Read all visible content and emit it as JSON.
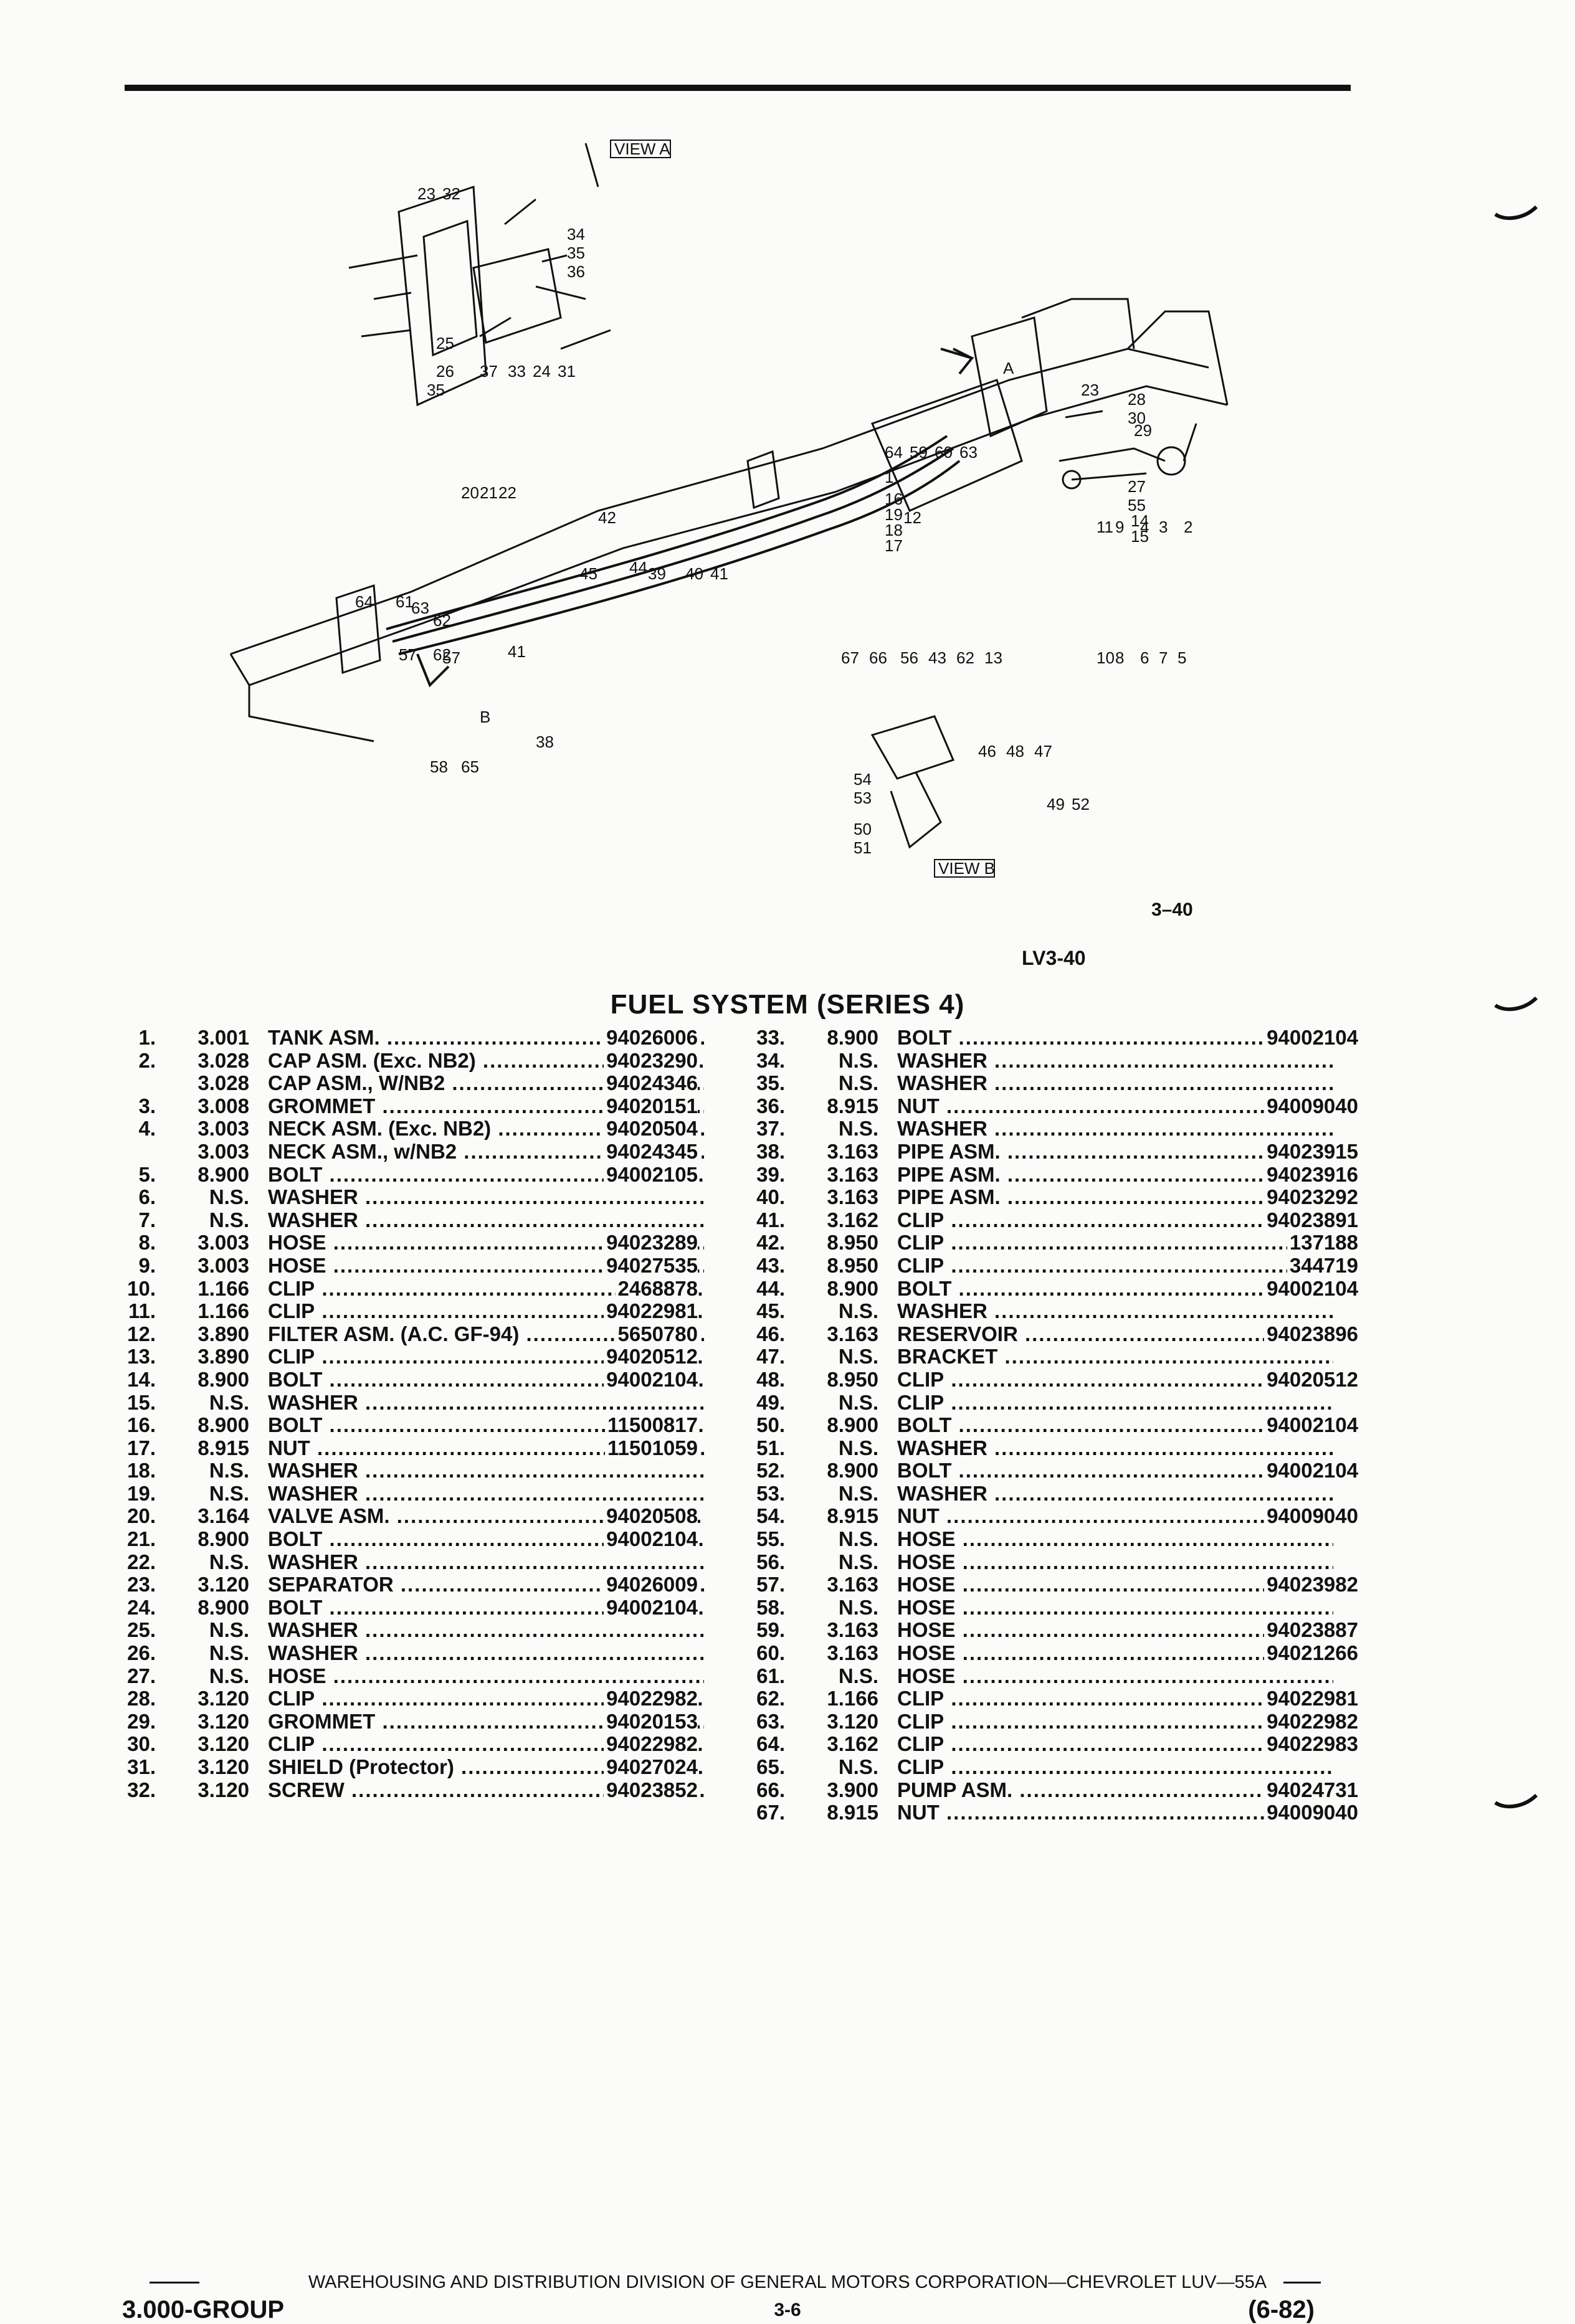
{
  "figure": {
    "view_a_label": "VIEW A",
    "view_b_label": "VIEW B",
    "figure_number": "3–40",
    "code": "LV3-40",
    "callouts": [
      "23",
      "32",
      "34",
      "35",
      "36",
      "25",
      "26",
      "35",
      "37",
      "33",
      "24",
      "31",
      "A",
      "23",
      "28",
      "30",
      "29",
      "64",
      "59",
      "60",
      "63",
      "1",
      "16",
      "19",
      "18",
      "17",
      "12",
      "27",
      "55",
      "14",
      "15",
      "20",
      "21",
      "22",
      "42",
      "45",
      "44",
      "39",
      "40",
      "41",
      "64",
      "61",
      "63",
      "62",
      "57",
      "62",
      "57",
      "41",
      "B",
      "38",
      "58",
      "65",
      "67",
      "66",
      "56",
      "43",
      "62",
      "13",
      "11",
      "9",
      "4",
      "3",
      "2",
      "10",
      "8",
      "6",
      "7",
      "5",
      "46",
      "48",
      "47",
      "54",
      "53",
      "49",
      "52",
      "50",
      "51"
    ]
  },
  "title": "FUEL SYSTEM (SERIES 4)",
  "parts_left": [
    {
      "num": "1.",
      "grp": "3.001",
      "desc": "TANK ASM.",
      "pn": "94026006"
    },
    {
      "num": "2.",
      "grp": "3.028",
      "desc": "CAP ASM. (Exc. NB2)",
      "pn": "94023290"
    },
    {
      "num": "",
      "grp": "3.028",
      "desc": "CAP ASM., W/NB2",
      "pn": "94024346"
    },
    {
      "num": "3.",
      "grp": "3.008",
      "desc": "GROMMET",
      "pn": "94020151"
    },
    {
      "num": "4.",
      "grp": "3.003",
      "desc": "NECK ASM. (Exc. NB2)",
      "pn": "94020504"
    },
    {
      "num": "",
      "grp": "3.003",
      "desc": "NECK ASM., w/NB2",
      "pn": "94024345"
    },
    {
      "num": "5.",
      "grp": "8.900",
      "desc": "BOLT",
      "pn": "94002105"
    },
    {
      "num": "6.",
      "grp": "N.S.",
      "desc": "WASHER",
      "pn": ""
    },
    {
      "num": "7.",
      "grp": "N.S.",
      "desc": "WASHER",
      "pn": ""
    },
    {
      "num": "8.",
      "grp": "3.003",
      "desc": "HOSE",
      "pn": "94023289"
    },
    {
      "num": "9.",
      "grp": "3.003",
      "desc": "HOSE",
      "pn": "94027535"
    },
    {
      "num": "10.",
      "grp": "1.166",
      "desc": "CLIP",
      "pn": "2468878"
    },
    {
      "num": "11.",
      "grp": "1.166",
      "desc": "CLIP",
      "pn": "94022981"
    },
    {
      "num": "12.",
      "grp": "3.890",
      "desc": "FILTER ASM. (A.C. GF-94)",
      "pn": "5650780"
    },
    {
      "num": "13.",
      "grp": "3.890",
      "desc": "CLIP",
      "pn": "94020512"
    },
    {
      "num": "14.",
      "grp": "8.900",
      "desc": "BOLT",
      "pn": "94002104"
    },
    {
      "num": "15.",
      "grp": "N.S.",
      "desc": "WASHER",
      "pn": ""
    },
    {
      "num": "16.",
      "grp": "8.900",
      "desc": "BOLT",
      "pn": "11500817"
    },
    {
      "num": "17.",
      "grp": "8.915",
      "desc": "NUT",
      "pn": "11501059"
    },
    {
      "num": "18.",
      "grp": "N.S.",
      "desc": "WASHER",
      "pn": ""
    },
    {
      "num": "19.",
      "grp": "N.S.",
      "desc": "WASHER",
      "pn": ""
    },
    {
      "num": "20.",
      "grp": "3.164",
      "desc": "VALVE ASM.",
      "pn": "94020508"
    },
    {
      "num": "21.",
      "grp": "8.900",
      "desc": "BOLT",
      "pn": "94002104"
    },
    {
      "num": "22.",
      "grp": "N.S.",
      "desc": "WASHER",
      "pn": ""
    },
    {
      "num": "23.",
      "grp": "3.120",
      "desc": "SEPARATOR",
      "pn": "94026009"
    },
    {
      "num": "24.",
      "grp": "8.900",
      "desc": "BOLT",
      "pn": "94002104"
    },
    {
      "num": "25.",
      "grp": "N.S.",
      "desc": "WASHER",
      "pn": ""
    },
    {
      "num": "26.",
      "grp": "N.S.",
      "desc": "WASHER",
      "pn": ""
    },
    {
      "num": "27.",
      "grp": "N.S.",
      "desc": "HOSE",
      "pn": ""
    },
    {
      "num": "28.",
      "grp": "3.120",
      "desc": "CLIP",
      "pn": "94022982"
    },
    {
      "num": "29.",
      "grp": "3.120",
      "desc": "GROMMET",
      "pn": "94020153"
    },
    {
      "num": "30.",
      "grp": "3.120",
      "desc": "CLIP",
      "pn": "94022982"
    },
    {
      "num": "31.",
      "grp": "3.120",
      "desc": "SHIELD (Protector)",
      "pn": "94027024"
    },
    {
      "num": "32.",
      "grp": "3.120",
      "desc": "SCREW",
      "pn": "94023852"
    }
  ],
  "parts_right": [
    {
      "num": "33.",
      "grp": "8.900",
      "desc": "BOLT",
      "pn": "94002104"
    },
    {
      "num": "34.",
      "grp": "N.S.",
      "desc": "WASHER",
      "pn": ""
    },
    {
      "num": "35.",
      "grp": "N.S.",
      "desc": "WASHER",
      "pn": ""
    },
    {
      "num": "36.",
      "grp": "8.915",
      "desc": "NUT",
      "pn": "94009040"
    },
    {
      "num": "37.",
      "grp": "N.S.",
      "desc": "WASHER",
      "pn": ""
    },
    {
      "num": "38.",
      "grp": "3.163",
      "desc": "PIPE ASM.",
      "pn": "94023915"
    },
    {
      "num": "39.",
      "grp": "3.163",
      "desc": "PIPE ASM.",
      "pn": "94023916"
    },
    {
      "num": "40.",
      "grp": "3.163",
      "desc": "PIPE ASM.",
      "pn": "94023292"
    },
    {
      "num": "41.",
      "grp": "3.162",
      "desc": "CLIP",
      "pn": "94023891"
    },
    {
      "num": "42.",
      "grp": "8.950",
      "desc": "CLIP",
      "pn": "137188"
    },
    {
      "num": "43.",
      "grp": "8.950",
      "desc": "CLIP",
      "pn": "344719"
    },
    {
      "num": "44.",
      "grp": "8.900",
      "desc": "BOLT",
      "pn": "94002104"
    },
    {
      "num": "45.",
      "grp": "N.S.",
      "desc": "WASHER",
      "pn": ""
    },
    {
      "num": "46.",
      "grp": "3.163",
      "desc": "RESERVOIR",
      "pn": "94023896"
    },
    {
      "num": "47.",
      "grp": "N.S.",
      "desc": "BRACKET",
      "pn": ""
    },
    {
      "num": "48.",
      "grp": "8.950",
      "desc": "CLIP",
      "pn": "94020512"
    },
    {
      "num": "49.",
      "grp": "N.S.",
      "desc": "CLIP",
      "pn": ""
    },
    {
      "num": "50.",
      "grp": "8.900",
      "desc": "BOLT",
      "pn": "94002104"
    },
    {
      "num": "51.",
      "grp": "N.S.",
      "desc": "WASHER",
      "pn": ""
    },
    {
      "num": "52.",
      "grp": "8.900",
      "desc": "BOLT",
      "pn": "94002104"
    },
    {
      "num": "53.",
      "grp": "N.S.",
      "desc": "WASHER",
      "pn": ""
    },
    {
      "num": "54.",
      "grp": "8.915",
      "desc": "NUT",
      "pn": "94009040"
    },
    {
      "num": "55.",
      "grp": "N.S.",
      "desc": "HOSE",
      "pn": ""
    },
    {
      "num": "56.",
      "grp": "N.S.",
      "desc": "HOSE",
      "pn": ""
    },
    {
      "num": "57.",
      "grp": "3.163",
      "desc": "HOSE",
      "pn": "94023982"
    },
    {
      "num": "58.",
      "grp": "N.S.",
      "desc": "HOSE",
      "pn": ""
    },
    {
      "num": "59.",
      "grp": "3.163",
      "desc": "HOSE",
      "pn": "94023887"
    },
    {
      "num": "60.",
      "grp": "3.163",
      "desc": "HOSE",
      "pn": "94021266"
    },
    {
      "num": "61.",
      "grp": "N.S.",
      "desc": "HOSE",
      "pn": ""
    },
    {
      "num": "62.",
      "grp": "1.166",
      "desc": "CLIP",
      "pn": "94022981"
    },
    {
      "num": "63.",
      "grp": "3.120",
      "desc": "CLIP",
      "pn": "94022982"
    },
    {
      "num": "64.",
      "grp": "3.162",
      "desc": "CLIP",
      "pn": "94022983"
    },
    {
      "num": "65.",
      "grp": "N.S.",
      "desc": "CLIP",
      "pn": ""
    },
    {
      "num": "66.",
      "grp": "3.900",
      "desc": "PUMP ASM.",
      "pn": "94024731"
    },
    {
      "num": "67.",
      "grp": "8.915",
      "desc": "NUT",
      "pn": "94009040"
    }
  ],
  "footer": {
    "division": "WAREHOUSING AND DISTRIBUTION DIVISION OF GENERAL MOTORS CORPORATION—CHEVROLET LUV—55A",
    "group": "3.000-GROUP",
    "page": "3-6",
    "date": "(6-82)"
  }
}
